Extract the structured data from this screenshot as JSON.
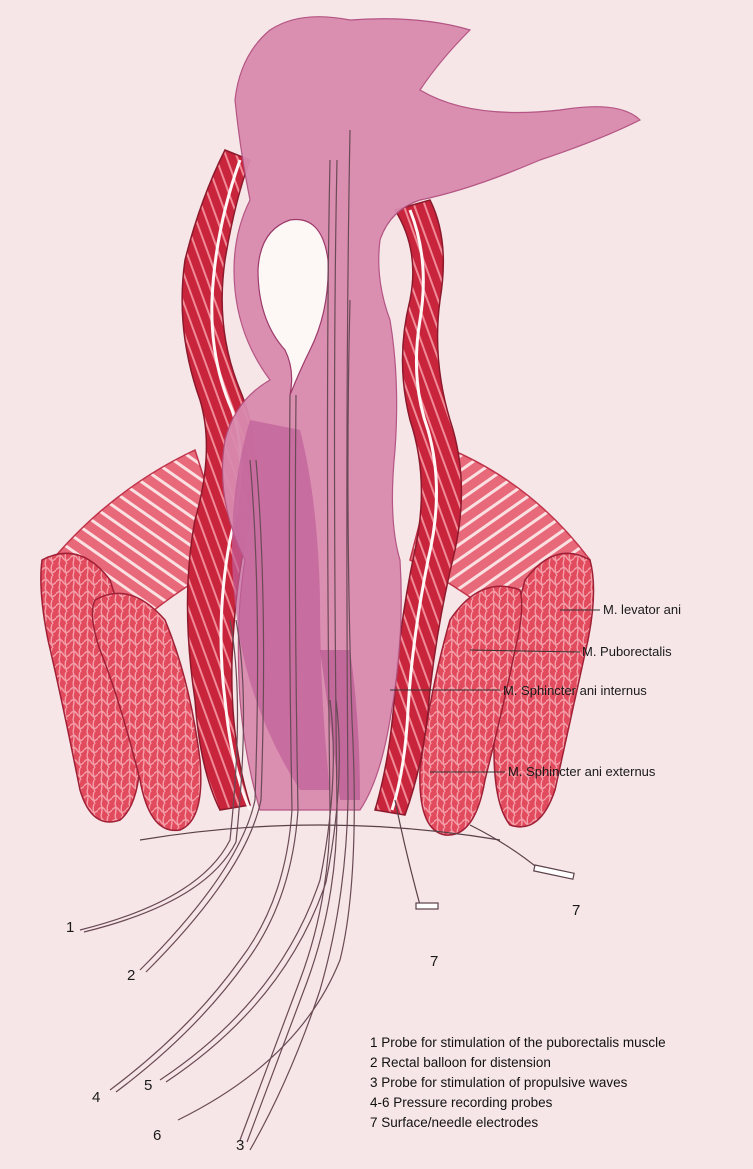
{
  "labels": {
    "levator": "M. levator ani",
    "puborectalis": "M. Puborectalis",
    "internus": "M. Sphincter ani internus",
    "externus": "M. Sphincter ani externus"
  },
  "numbers": {
    "n1": "1",
    "n2": "2",
    "n3": "3",
    "n4": "4",
    "n5": "5",
    "n6": "6",
    "n7a": "7",
    "n7b": "7"
  },
  "legend": [
    "1 Probe for stimulation of the puborectalis muscle",
    "2 Rectal balloon for distension",
    "3 Probe for stimulation of propulsive waves",
    "4-6 Pressure recording probes",
    "7 Surface/needle electrodes"
  ],
  "colors": {
    "background": "#f6e6e8",
    "mucosa": "#d77aa8",
    "muscle_red": "#d8344a",
    "muscle_light": "#ee8a95",
    "line": "#555555"
  }
}
